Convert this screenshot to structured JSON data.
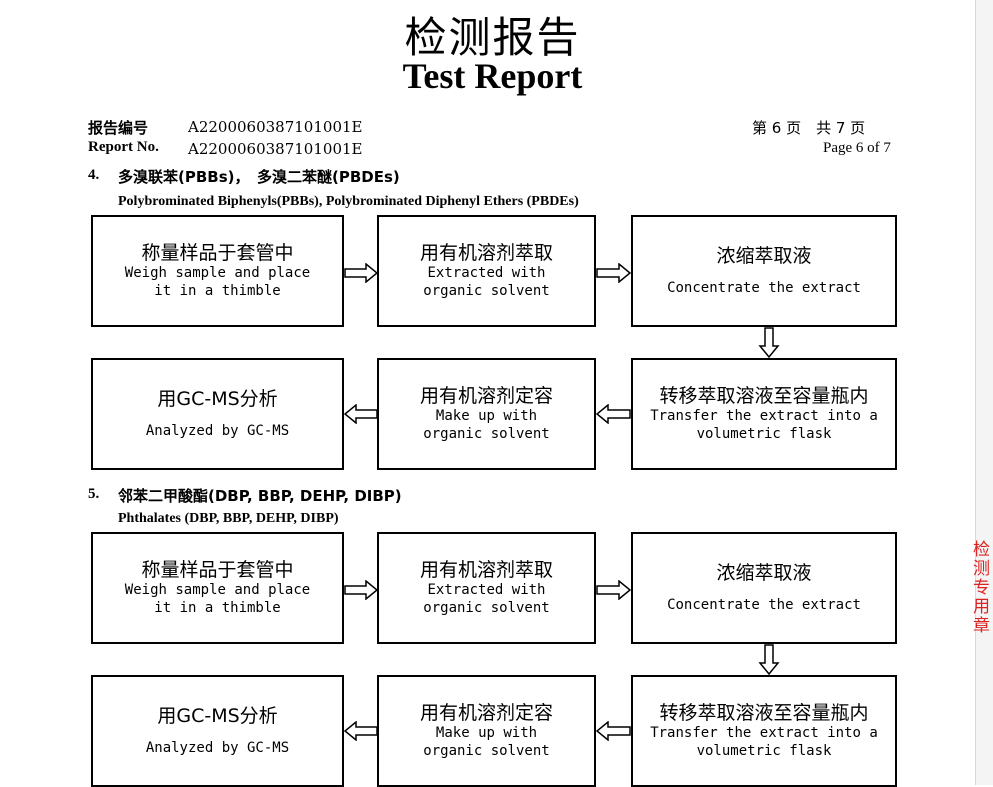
{
  "header": {
    "title_cn": "检测报告",
    "title_en": "Test Report",
    "report_no_label_cn": "报告编号",
    "report_no_label_en": "Report No.",
    "report_no": "A2200060387101001E",
    "page_cn": "第 6 页　共 7 页",
    "page_en": "Page 6 of 7"
  },
  "sections": [
    {
      "number": "4.",
      "title_cn": "多溴联苯(PBBs)，　多溴二苯醚(PBDEs)",
      "title_en": "Polybrominated Biphenyls(PBBs), Polybrominated Diphenyl Ethers (PBDEs)",
      "steps": [
        {
          "cn": "称量样品于套管中",
          "en": "Weigh sample and place\nit in a thimble"
        },
        {
          "cn": "用有机溶剂萃取",
          "en": "Extracted with\norganic solvent"
        },
        {
          "cn": "浓缩萃取液",
          "en": "Concentrate the extract"
        },
        {
          "cn": "转移萃取溶液至容量瓶内",
          "en": "Transfer the extract into a\nvolumetric flask"
        },
        {
          "cn": "用有机溶剂定容",
          "en": "Make up with\norganic solvent"
        },
        {
          "cn": "用GC-MS分析",
          "en": "Analyzed by GC-MS"
        }
      ]
    },
    {
      "number": "5.",
      "title_cn": "邻苯二甲酸酯(DBP, BBP, DEHP, DIBP)",
      "title_en": "Phthalates (DBP, BBP, DEHP, DIBP)",
      "steps": [
        {
          "cn": "称量样品于套管中",
          "en": "Weigh sample and place\nit in a thimble"
        },
        {
          "cn": "用有机溶剂萃取",
          "en": "Extracted with\norganic solvent"
        },
        {
          "cn": "浓缩萃取液",
          "en": "Concentrate the extract"
        },
        {
          "cn": "转移萃取溶液至容量瓶内",
          "en": "Transfer the extract into a\nvolumetric flask"
        },
        {
          "cn": "用有机溶剂定容",
          "en": "Make up with\norganic solvent"
        },
        {
          "cn": "用GC-MS分析",
          "en": "Analyzed by GC-MS"
        }
      ]
    }
  ],
  "stamp_text": "检测专用章"
}
